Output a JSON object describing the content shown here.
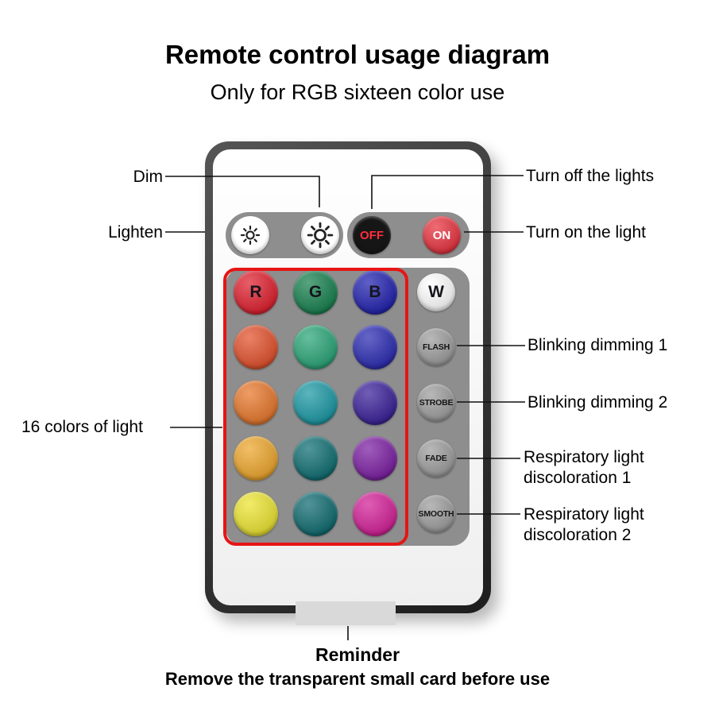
{
  "header": {
    "title": "Remote control usage diagram",
    "subtitle": "Only for RGB sixteen color use"
  },
  "callouts": {
    "dim": "Dim",
    "lighten": "Lighten",
    "turn_off": "Turn off the lights",
    "turn_on": "Turn on the light",
    "blinking_1": "Blinking dimming 1",
    "blinking_2": "Blinking dimming 2",
    "respiratory_1_line1": "Respiratory light",
    "respiratory_1_line2": "discoloration 1",
    "respiratory_2_line1": "Respiratory light",
    "respiratory_2_line2": "discoloration 2",
    "sixteen_colors": "16 colors of light"
  },
  "remote": {
    "dim_icon": "sun-dim-icon",
    "lighten_icon": "sun-bright-icon",
    "off_label": "OFF",
    "on_label": "ON",
    "off_color": "#161616",
    "on_color": "#e8333f",
    "buttons": [
      {
        "label": "R",
        "color": "#df202e"
      },
      {
        "label": "G",
        "color": "#17814f"
      },
      {
        "label": "B",
        "color": "#2222b0"
      },
      {
        "label": "W",
        "color": "#ffffff"
      },
      {
        "label": "",
        "color": "#e2512c"
      },
      {
        "label": "",
        "color": "#2aa577"
      },
      {
        "label": "",
        "color": "#2b2bb2"
      },
      {
        "label": "FLASH",
        "color": "#9d9d9d"
      },
      {
        "label": "",
        "color": "#e7772b"
      },
      {
        "label": "",
        "color": "#1b98a4"
      },
      {
        "label": "",
        "color": "#3a2099"
      },
      {
        "label": "STROBE",
        "color": "#9d9d9d"
      },
      {
        "label": "",
        "color": "#eda62c"
      },
      {
        "label": "",
        "color": "#0f6e72"
      },
      {
        "label": "",
        "color": "#7b1fa2"
      },
      {
        "label": "FADE",
        "color": "#9d9d9d"
      },
      {
        "label": "",
        "color": "#ece431"
      },
      {
        "label": "",
        "color": "#0f6b70"
      },
      {
        "label": "",
        "color": "#d32097"
      },
      {
        "label": "SMOOTH",
        "color": "#9d9d9d"
      }
    ]
  },
  "colors": {
    "outline_red": "#e71515",
    "panel_gray": "#8e8e8e"
  },
  "footer": {
    "reminder_title": "Reminder",
    "reminder_text": "Remove the transparent small card before use"
  }
}
